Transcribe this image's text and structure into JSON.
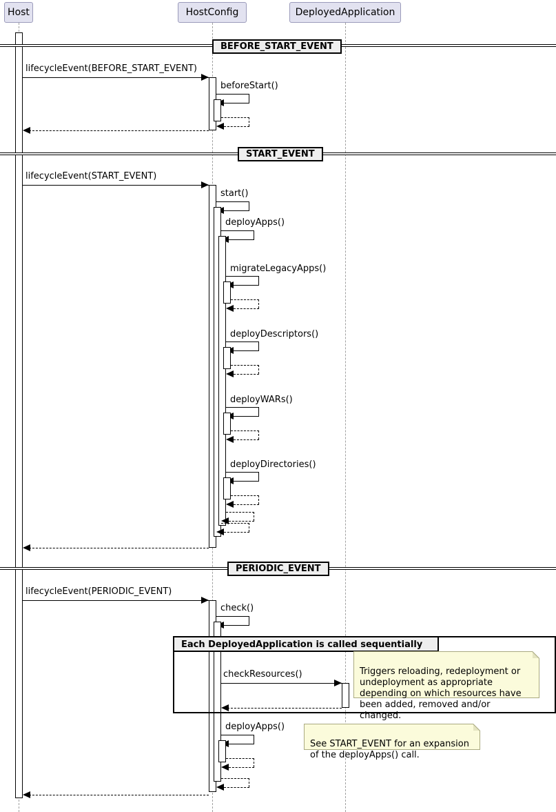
{
  "diagram": {
    "type": "uml-sequence-diagram",
    "title": "Tomcat Host / HostConfig lifecycle sequence"
  },
  "participants": [
    {
      "id": "host",
      "label": "Host"
    },
    {
      "id": "hostconfig",
      "label": "HostConfig"
    },
    {
      "id": "deployedapp",
      "label": "DeployedApplication"
    }
  ],
  "dividers": [
    {
      "id": "before-start",
      "label": "BEFORE_START_EVENT"
    },
    {
      "id": "start",
      "label": "START_EVENT"
    },
    {
      "id": "periodic",
      "label": "PERIODIC_EVENT"
    }
  ],
  "messages": {
    "lifecycle_before_start": "lifecycleEvent(BEFORE_START_EVENT)",
    "before_start_self": "beforeStart()",
    "lifecycle_start": "lifecycleEvent(START_EVENT)",
    "start_self": "start()",
    "deploy_apps": "deployApps()",
    "migrate_legacy_apps": "migrateLegacyApps()",
    "deploy_descriptors": "deployDescriptors()",
    "deploy_wars": "deployWARs()",
    "deploy_directories": "deployDirectories()",
    "lifecycle_periodic": "lifecycleEvent(PERIODIC_EVENT)",
    "check_self": "check()",
    "check_resources": "checkResources()",
    "deploy_apps_periodic": "deployApps()"
  },
  "groups": [
    {
      "id": "sequential-group",
      "label": "Each DeployedApplication is called sequentially"
    }
  ],
  "notes": [
    {
      "id": "check-resources-note",
      "text": "Triggers reloading, redeployment or undeployment as appropriate depending on which resources have been added, removed and/or changed."
    },
    {
      "id": "deploy-apps-note",
      "text": "See START_EVENT for an expansion of the deployApps() call."
    }
  ],
  "colors": {
    "participant_fill": "#E2E2F0",
    "participant_stroke": "#9A9ABA",
    "divider_fill": "#EEEEEE",
    "note_fill": "#FBFBDB",
    "note_stroke": "#A9A980",
    "lifeline": "#A0A0A0",
    "line": "#000000"
  }
}
